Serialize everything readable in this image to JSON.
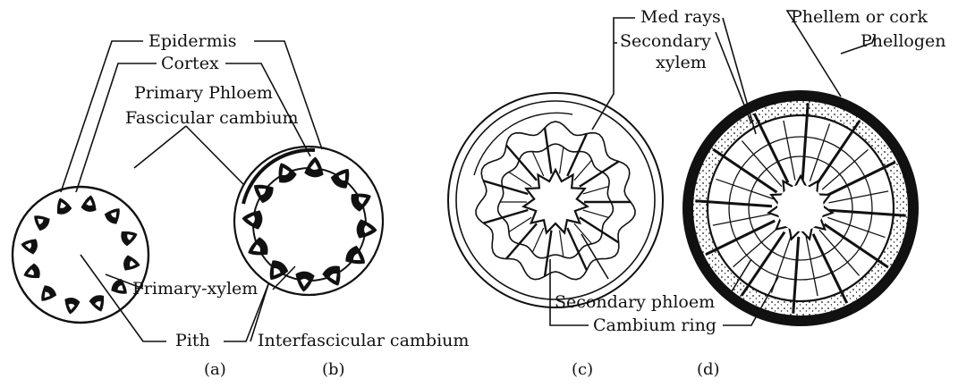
{
  "labels": {
    "epidermis": "Epidermis",
    "cortex": "Cortex",
    "primary_phloem": "Primary Phloem",
    "fascicular_cambium": "Fascicular cambium",
    "primary_xylem": "Primary-xylem",
    "pith": "Pith",
    "interfascicular_cambium": "Interfascicular cambium",
    "med_rays": "Med rays",
    "secondary_xylem_line1": "Secondary",
    "secondary_xylem_line2": "xylem",
    "phellem": "Phellem or cork",
    "phellogen": "Phellogen",
    "secondary_phloem": "Secondary phloem",
    "cambium_ring": "Cambium ring"
  },
  "panels": {
    "a": "(a)",
    "b": "(b)",
    "c": "(c)",
    "d": "(d)"
  }
}
